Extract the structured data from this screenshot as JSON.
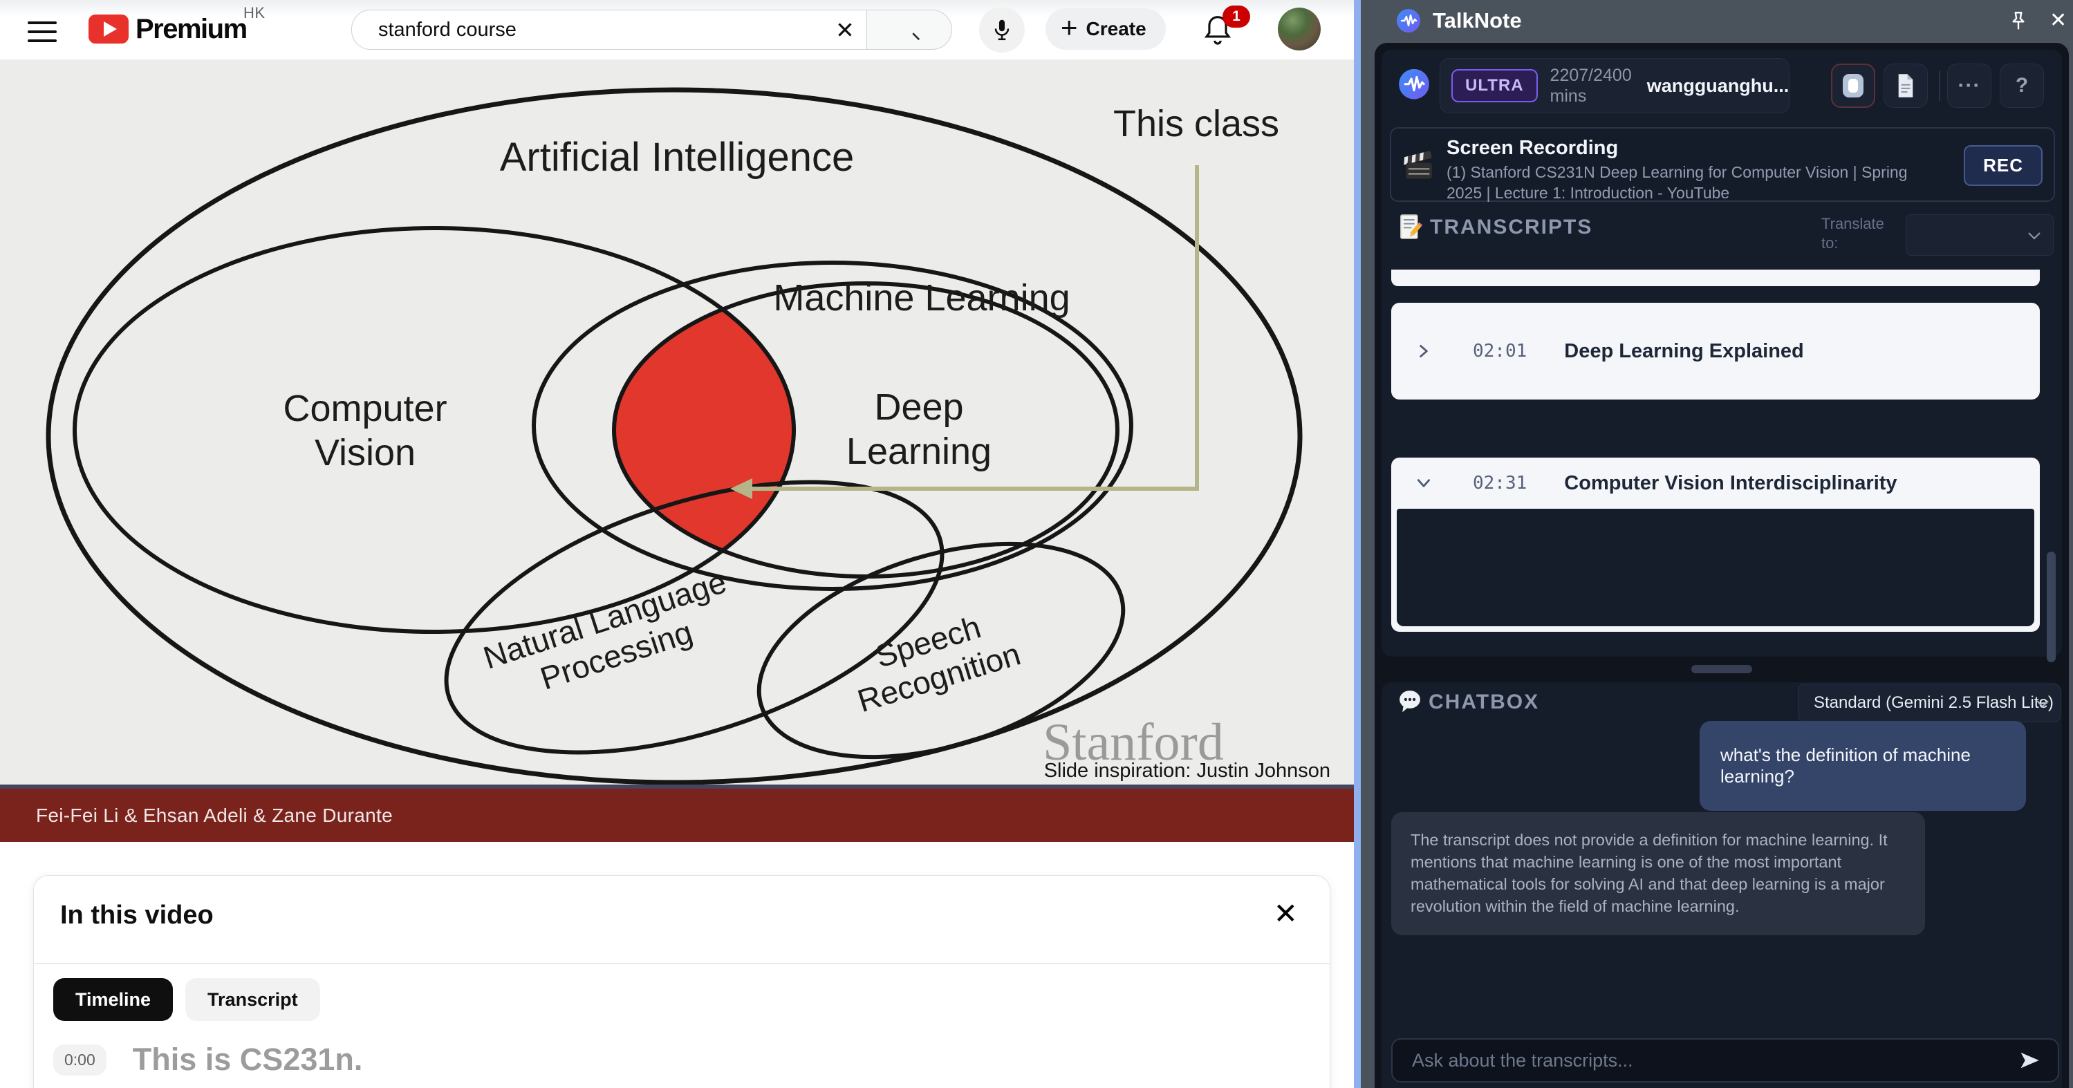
{
  "youtube": {
    "search_query": "stanford course",
    "region_code": "HK",
    "logo_text": "Premium",
    "create_label": "Create",
    "notification_count": "1"
  },
  "slide": {
    "annotation": "This class",
    "ai_label": "Artificial Intelligence",
    "ml_label": "Machine Learning",
    "cv_line1": "Computer",
    "cv_line2": "Vision",
    "dl_line1": "Deep",
    "dl_line2": "Learning",
    "nlp_line1": "Natural Language",
    "nlp_line2": "Processing",
    "sr_line1": "Speech",
    "sr_line2": "Recognition",
    "stanford": "Stanford",
    "credit": "Slide inspiration: Justin Johnson",
    "authors": "Fei-Fei Li & Ehsan Adeli & Zane Durante",
    "colors": {
      "highlight_red": "#e2372c",
      "maroon_bar": "#7a231d",
      "arrow_olive": "#b5b58a"
    }
  },
  "video_panel": {
    "title": "In this video",
    "tabs": [
      {
        "label": "Timeline",
        "active": true
      },
      {
        "label": "Transcript",
        "active": false
      }
    ],
    "entry": {
      "time": "0:00",
      "text": "This is CS231n."
    }
  },
  "talknote": {
    "app_name": "TalkNote",
    "plan_badge": "ULTRA",
    "minutes": "2207/2400",
    "minutes_unit": "mins",
    "username": "wangguanghu...",
    "recording": {
      "title": "Screen Recording",
      "subtitle": "(1) Stanford CS231N Deep Learning for Computer Vision | Spring 2025 | Lecture 1: Introduction - YouTube",
      "badge": "REC"
    },
    "transcripts": {
      "label": "TRANSCRIPTS",
      "translate_label": "Translate to:",
      "items": [
        {
          "time": "02:01",
          "title": "Deep Learning Explained",
          "expanded": false
        },
        {
          "time": "02:31",
          "title": "Computer Vision Interdisciplinarity",
          "expanded": true
        }
      ]
    },
    "chatbox": {
      "label": "CHATBOX",
      "model": "Standard (Gemini 2.5 Flash Lite)",
      "messages": [
        {
          "role": "user",
          "text": "what's the definition of machine learning?"
        },
        {
          "role": "assistant",
          "text": "The transcript does not provide a definition for machine learning. It mentions that machine learning is one of the most important mathematical tools for solving AI and that deep learning is a major revolution within the field of machine learning."
        }
      ],
      "input_placeholder": "Ask about the transcripts..."
    },
    "colors": {
      "accent_purple": "#7b5cf0",
      "rec_border": "#47588f",
      "user_bubble": "#35456a",
      "ai_bubble": "#2a3140"
    }
  },
  "glyphs": {
    "close": "✕",
    "more": "···",
    "help": "?",
    "plus": "+"
  }
}
